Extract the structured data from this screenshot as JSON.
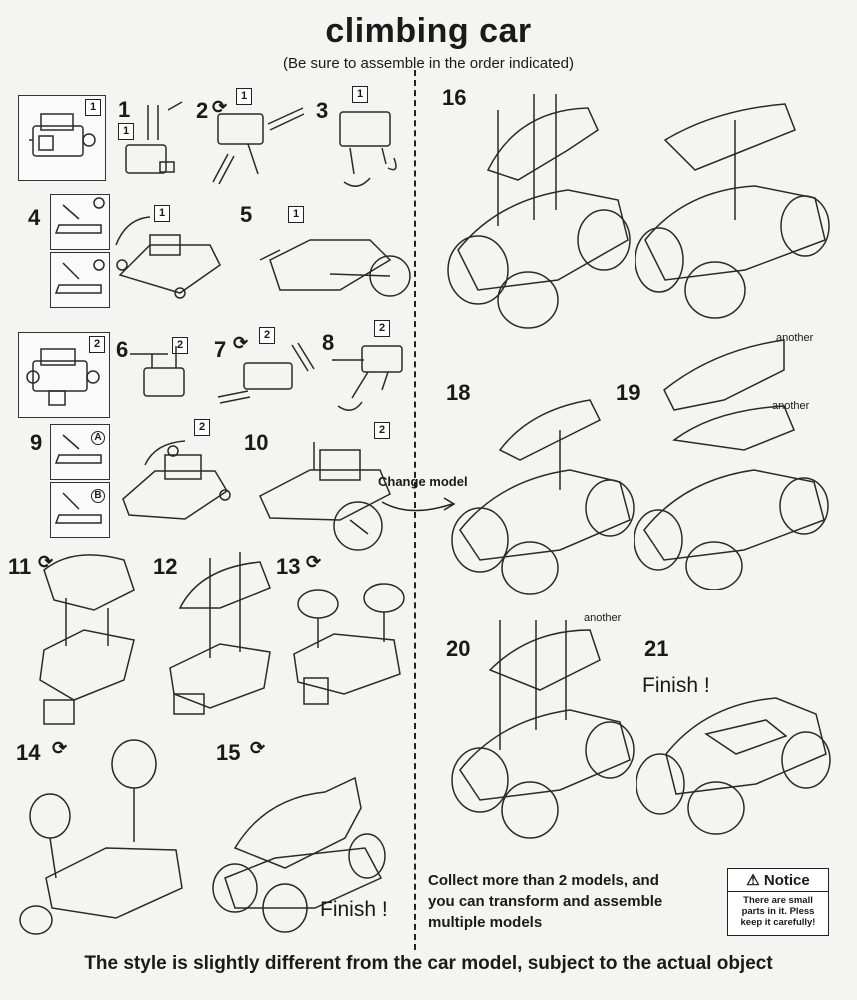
{
  "header": {
    "title": "climbing car",
    "subtitle": "(Be sure to assemble in the order indicated)"
  },
  "left_panel": {
    "steps": [
      {
        "number": "1",
        "badge": "1"
      },
      {
        "number": "2",
        "badge": "1"
      },
      {
        "number": "3",
        "badge": "1"
      },
      {
        "number": "4",
        "badge": ""
      },
      {
        "number": "5",
        "badge": "1"
      },
      {
        "number": "6",
        "badge": "2"
      },
      {
        "number": "7",
        "badge": "2"
      },
      {
        "number": "8",
        "badge": "2"
      },
      {
        "number": "9",
        "badge": ""
      },
      {
        "number": "10",
        "badge": "2"
      },
      {
        "number": "11",
        "badge": ""
      },
      {
        "number": "12",
        "badge": ""
      },
      {
        "number": "13",
        "badge": ""
      },
      {
        "number": "14",
        "badge": ""
      },
      {
        "number": "15",
        "badge": ""
      }
    ],
    "part_boxes": [
      {
        "badge": "1"
      },
      {
        "badge": "2"
      }
    ],
    "sub_markers": [
      "A",
      "B"
    ],
    "step5_badge": "1",
    "step10_badge": "2",
    "finish_label": "Finish !"
  },
  "right_panel": {
    "steps": [
      {
        "number": "16"
      },
      {
        "number": "18"
      },
      {
        "number": "19"
      },
      {
        "number": "20"
      },
      {
        "number": "21"
      }
    ],
    "another_labels": [
      "another",
      "another",
      "another"
    ],
    "change_model_label": "Change model",
    "finish_label": "Finish !",
    "collect_text": [
      "Collect more than 2 models, and",
      "you can transform and assemble",
      "multiple models"
    ],
    "notice": {
      "title": "Notice",
      "body": [
        "There are small",
        "parts in it. Pless",
        "keep it carefully!"
      ]
    }
  },
  "footer": {
    "disclaimer": "The style is slightly different from the car model, subject to the actual object"
  },
  "icons": {
    "rotate": "rotate-arrows-icon",
    "warning": "warning-triangle-icon"
  }
}
